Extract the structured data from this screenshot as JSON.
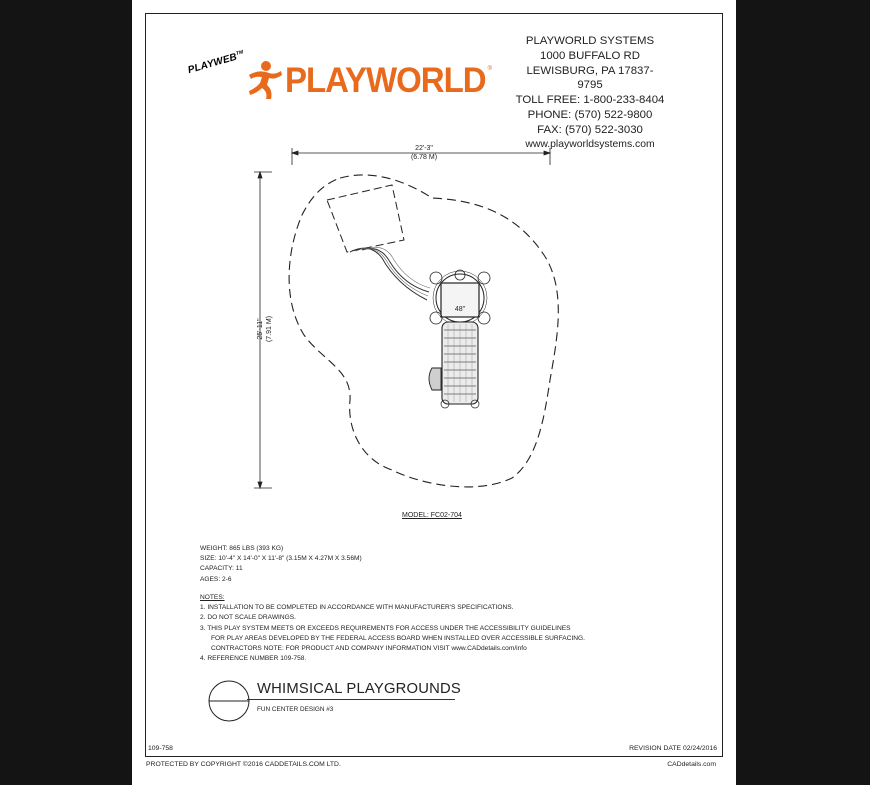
{
  "brand": {
    "tag": "PLAYWEB",
    "tag_tm": "TM",
    "logo_name": "PLAYWORLD",
    "logo_reg": "®",
    "accent_color": "#e86a1c"
  },
  "company": {
    "name": "PLAYWORLD SYSTEMS",
    "address1": "1000 BUFFALO RD",
    "address2": "LEWISBURG, PA 17837-9795",
    "toll_free": "TOLL FREE: 1-800-233-8404",
    "phone": "PHONE: (570) 522-9800",
    "fax": "FAX: (570) 522-3030",
    "web": "www.playworldsystems.com"
  },
  "plan": {
    "width_imperial": "22'-3\"",
    "width_metric": "(6.78 M)",
    "height_imperial": "25'-11\"",
    "height_metric": "(7.91 M)",
    "deck_label": "48\""
  },
  "model": "MODEL: FC02-704",
  "specs": {
    "weight": "WEIGHT: 865 LBS (393 KG)",
    "size": "SIZE: 10'-4\" X 14'-0\" X 11'-8\" (3.15M X 4.27M X 3.56M)",
    "capacity": "CAPACITY: 11",
    "ages": "AGES: 2-6"
  },
  "notes": {
    "header": "NOTES:",
    "n1": "1.  INSTALLATION TO BE COMPLETED IN ACCORDANCE WITH MANUFACTURER'S SPECIFICATIONS.",
    "n2": "2.  DO NOT SCALE DRAWINGS.",
    "n3a": "3.  THIS PLAY SYSTEM MEETS OR EXCEEDS REQUIREMENTS FOR ACCESS UNDER THE ACCESSIBILITY GUIDELINES",
    "n3b": "FOR PLAY AREAS DEVELOPED BY THE FEDERAL ACCESS BOARD WHEN INSTALLED OVER ACCESSIBLE SURFACING.",
    "n3c": "CONTRACTORS NOTE: FOR PRODUCT AND COMPANY INFORMATION VISIT www.CADdetails.com/info",
    "n4": "4.  REFERENCE NUMBER 109-758."
  },
  "title_block": {
    "title": "WHIMSICAL PLAYGROUNDS",
    "subtitle": "FUN CENTER DESIGN #3"
  },
  "footer": {
    "ref": "109-758",
    "revision": "REVISION DATE 02/24/2016",
    "copyright": "PROTECTED BY COPYRIGHT ©2016 CADDETAILS.COM LTD.",
    "site": "CADdetails.com"
  }
}
